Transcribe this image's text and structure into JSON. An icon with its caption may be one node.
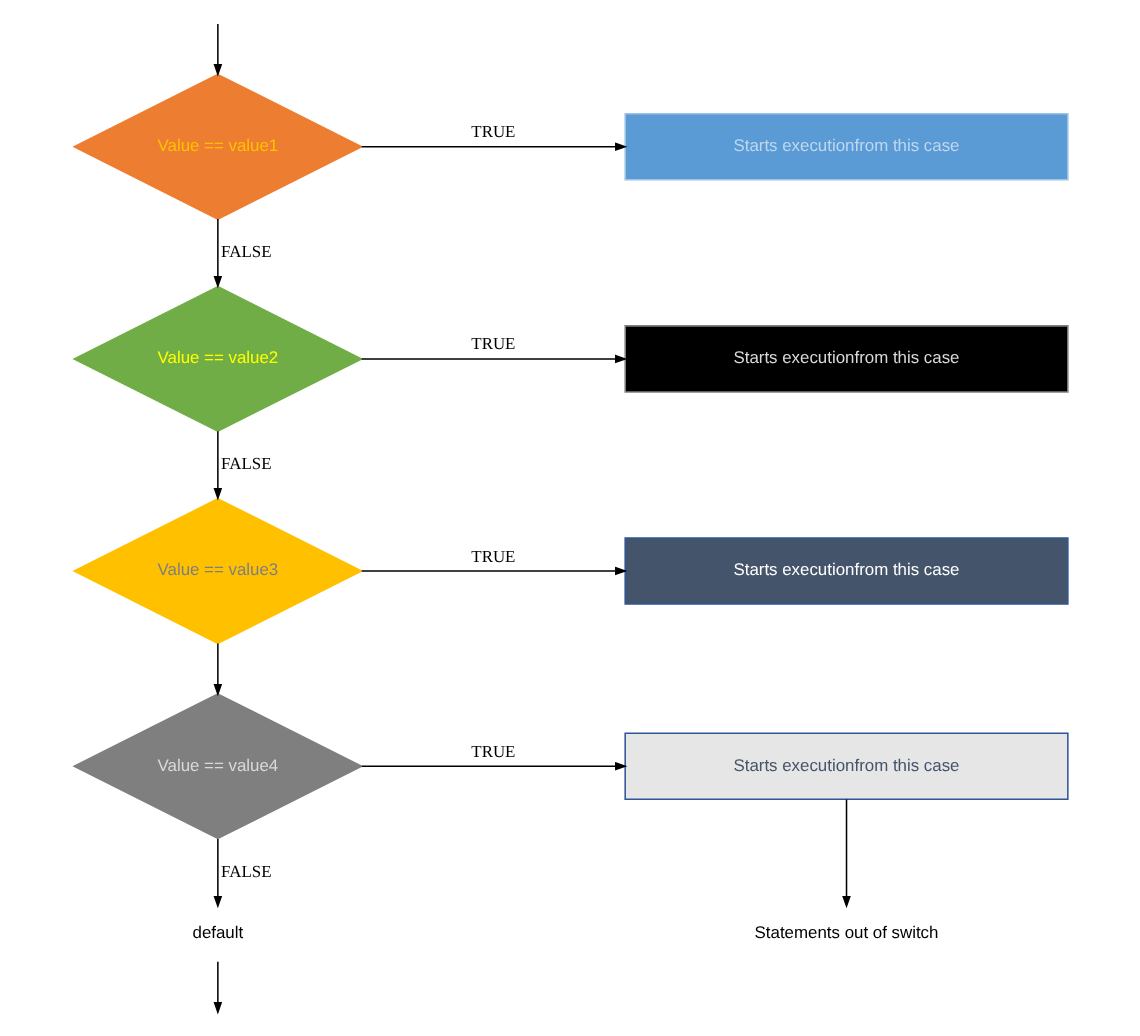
{
  "diagram": {
    "nodes": [
      {
        "text": [
          "Value == value1"
        ]
      },
      {
        "text": [
          "Starts executionfrom this case"
        ]
      },
      {
        "text": [
          "Value == value2"
        ]
      },
      {
        "text": [
          "Starts executionfrom this case"
        ]
      },
      {
        "text": [
          "Value == value3"
        ]
      },
      {
        "text": [
          "Starts executionfrom this case"
        ]
      },
      {
        "text": [
          "Value == value4"
        ]
      },
      {
        "text": [
          "Starts executionfrom this case"
        ]
      },
      {
        "text": [
          "default"
        ]
      },
      {
        "text": [
          "Statements out of switch"
        ]
      }
    ],
    "edges": [
      {
        "from": null,
        "to": 0,
        "arrow": "to"
      },
      {
        "from": 0,
        "to": 1,
        "arrow": "to",
        "label": "TRUE"
      },
      {
        "from": 0,
        "to": 2,
        "arrow": "to",
        "label": "FALSE"
      },
      {
        "from": 2,
        "to": 3,
        "arrow": "to",
        "label": "TRUE"
      },
      {
        "from": 2,
        "to": 4,
        "arrow": "to",
        "label": "FALSE"
      },
      {
        "from": 4,
        "to": 5,
        "arrow": "to",
        "label": "TRUE"
      },
      {
        "from": 4,
        "to": 6,
        "arrow": "to"
      },
      {
        "from": 6,
        "to": 7,
        "arrow": "to",
        "label": "TRUE"
      },
      {
        "from": 6,
        "to": 8,
        "arrow": "to",
        "label": "FALSE"
      },
      {
        "from": 8,
        "to": null,
        "arrow": "to"
      },
      {
        "from": 7,
        "to": 9,
        "arrow": "to"
      }
    ]
  }
}
